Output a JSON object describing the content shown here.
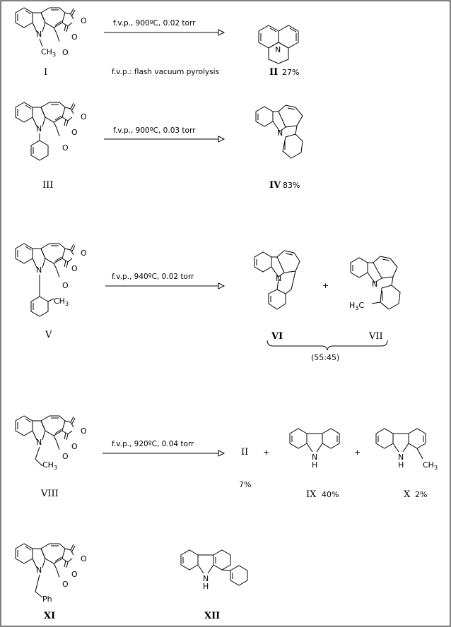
{
  "reactions": [
    {
      "conditions": "f.v.p.,  900ºC,  0.02 torr",
      "note": "f.v.p.: flash vacuum pyrolysis"
    },
    {
      "conditions": "f.v.p.,  900ºC,  0.03 torr"
    },
    {
      "conditions": "f.v.p.,  940ºC,  0.02 torr"
    },
    {
      "conditions": "f.v.p.,  920ºC,  0.04 torr"
    }
  ],
  "labels": {
    "I": "I",
    "II": "II",
    "II_yield": "27%",
    "III": "III",
    "IV": "IV",
    "IV_yield": "83%",
    "V": "V",
    "VI": "VI",
    "VII": "VII",
    "ratio": "(55:45)",
    "VIII": "VIII",
    "II_b": "II",
    "II_b_yield": "7%",
    "IX": "IX",
    "IX_yield": "40%",
    "X": "X",
    "X_yield": "2%",
    "XI": "XI",
    "XII": "XII"
  },
  "atoms": {
    "O": "O",
    "N": "N",
    "NH_N": "N",
    "NH_H": "H",
    "CH3": "CH",
    "CH3_sub": "3",
    "H3C": "H",
    "H3C_sub": "3",
    "H3C_C": "C",
    "Ph": "Ph"
  },
  "plus": "+"
}
